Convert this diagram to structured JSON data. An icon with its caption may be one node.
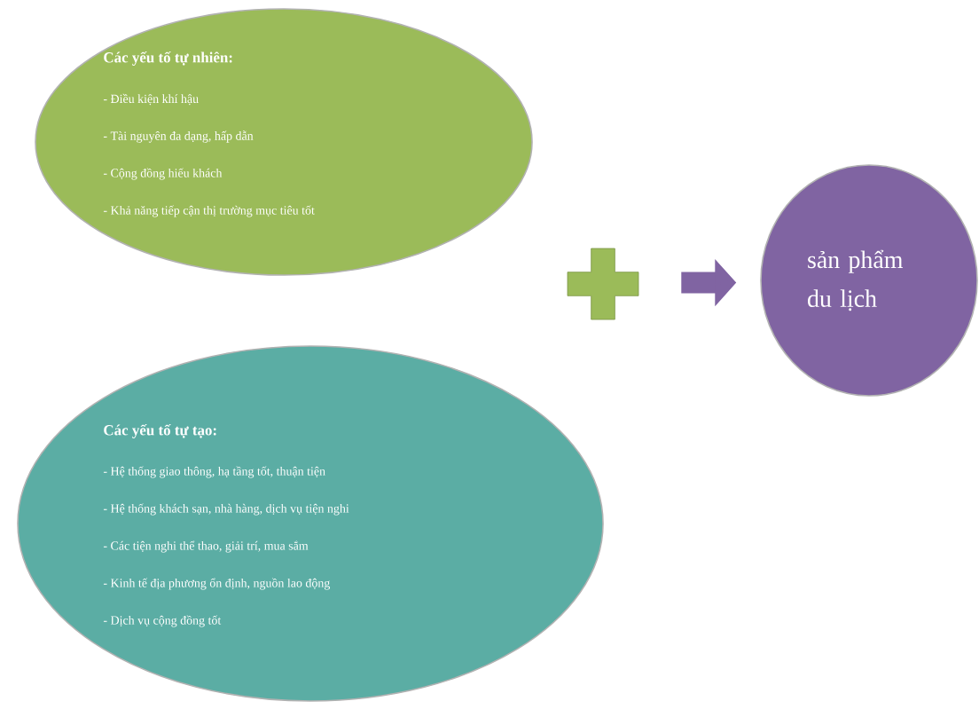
{
  "diagram": {
    "nodes": [
      {
        "text": [
          "Các yếu tố tự nhiên:",
          "- Điều kiện khí hậu",
          "- Tài nguyên đa dạng, hấp dẫn",
          "- Cộng đồng hiếu khách",
          "- Khả năng tiếp cận thị trường mục tiêu tốt"
        ]
      },
      {
        "text": [
          "Các yếu tố tự tạo:",
          "- Hệ thống giao thông, hạ tầng tốt, thuận tiện",
          "- Hệ thống khách sạn, nhà hàng, dịch vụ tiện nghi",
          "- Các tiện nghi thể thao, giải trí, mua sắm",
          "- Kinh tế địa phương ổn định, nguồn lao động",
          "- Dịch vụ cộng đồng tốt"
        ]
      },
      {
        "text": [],
        "shape": "plus"
      },
      {
        "text": [
          "sản phẩm du lịch"
        ]
      }
    ],
    "edges": [
      {
        "from": 2,
        "to": 3,
        "arrow": "to"
      }
    ]
  }
}
